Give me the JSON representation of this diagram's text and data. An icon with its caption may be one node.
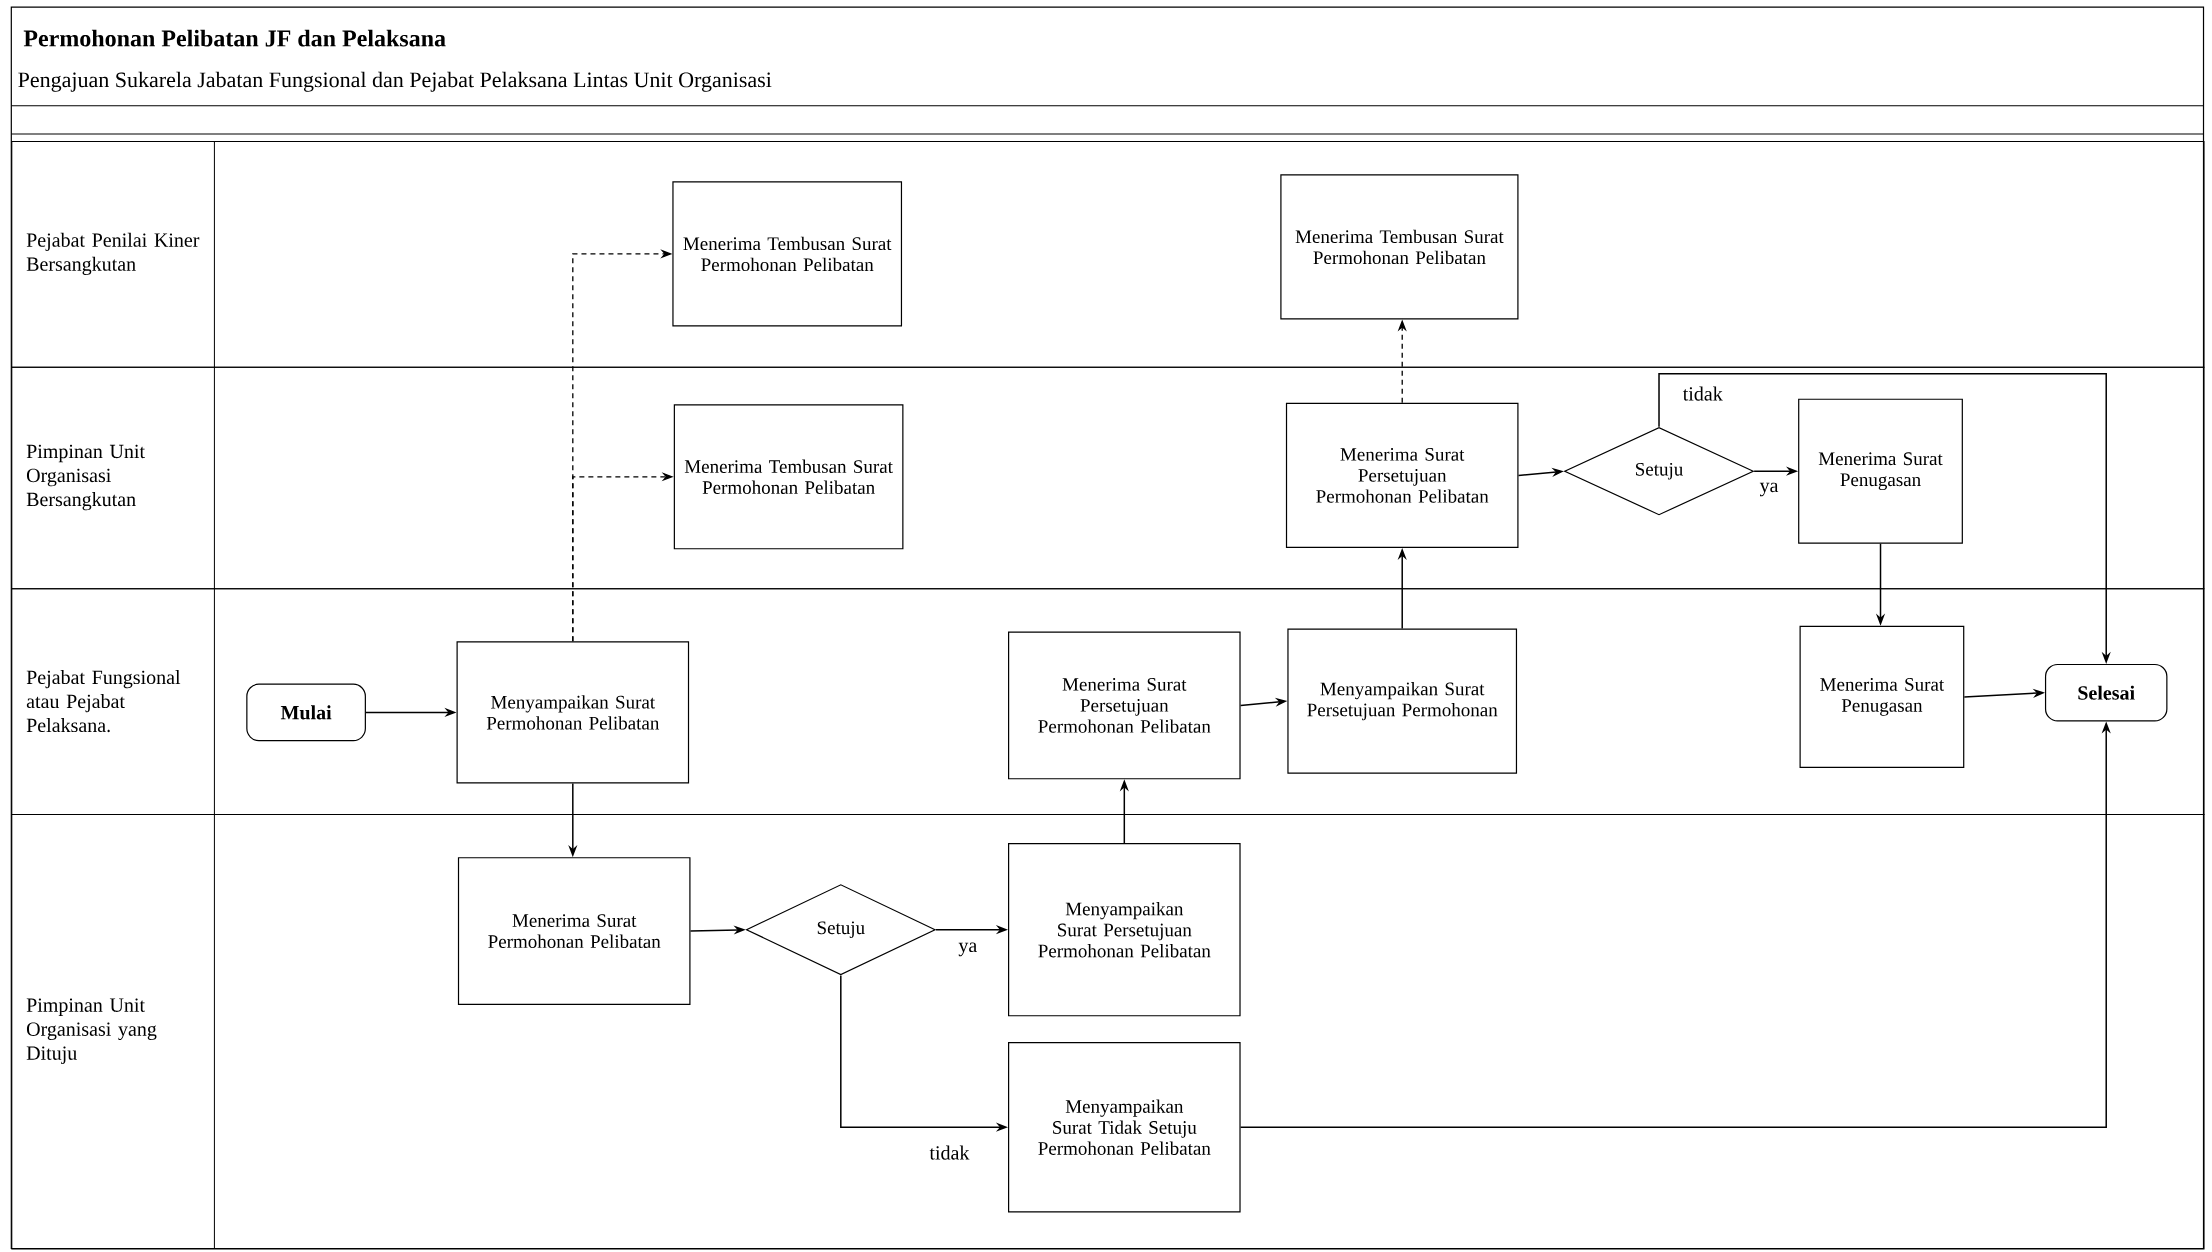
{
  "diagram": {
    "title": "Permohonan Pelibatan JF dan Pelaksana",
    "nodes": [
      {
        "text": [
          "Pejabat Penilai Kiner Bersangkutan"
        ]
      },
      {
        "text": [
          "Pimpinan Unit Organisasi Bersangkutan"
        ]
      },
      {
        "text": [
          "Pejabat Fungsional atau Pejabat Pelaksana."
        ]
      },
      {
        "text": [
          "Pimpinan Unit Organisasi yang Dituju"
        ]
      },
      {
        "text": [
          "Mulai"
        ],
        "in": 2
      },
      {
        "text": [
          "Menyampaikan Surat Permohonan Pelibatan"
        ],
        "in": 2
      },
      {
        "text": [
          "Menerima Tembusan Surat Permohonan Pelibatan"
        ],
        "in": 0
      },
      {
        "text": [
          "Menerima Tembusan Surat Permohonan Pelibatan"
        ],
        "in": 1
      },
      {
        "text": [
          "Menerima Surat Permohonan Pelibatan"
        ],
        "in": 3
      },
      {
        "text": [
          "Setuju"
        ],
        "in": 3
      },
      {
        "text": [
          "Menyampaikan Surat Persetujuan Permohonan Pelibatan"
        ],
        "in": 3
      },
      {
        "text": [
          "Menyampaikan Surat Tidak Setuju Permohonan Pelibatan"
        ],
        "in": 3
      },
      {
        "text": [
          "Menerima Surat Persetujuan Permohonan Pelibatan"
        ],
        "in": 2
      },
      {
        "text": [
          "Menyampaikan Surat Persetujuan Permohonan"
        ],
        "in": 2
      },
      {
        "text": [
          "Menerima Surat Persetujuan Permohonan Pelibatan"
        ],
        "in": 1
      },
      {
        "text": [
          "Menerima Tembusan Surat Permohonan Pelibatan"
        ],
        "in": 0
      },
      {
        "text": [
          "Setuju"
        ],
        "in": 1
      },
      {
        "text": [
          "Menerima Surat Penugasan"
        ],
        "in": 1
      },
      {
        "text": [
          "Menerima Surat Penugasan"
        ],
        "in": 2
      },
      {
        "text": [
          "Selesai"
        ],
        "in": 2
      }
    ],
    "edges": [
      {
        "from": 4,
        "to": 5,
        "arrow": "to"
      },
      {
        "from": 5,
        "to": 6,
        "arrow": "to",
        "style": "dashed"
      },
      {
        "from": 5,
        "to": 7,
        "arrow": "to",
        "style": "dashed"
      },
      {
        "from": 5,
        "to": 8,
        "arrow": "to"
      },
      {
        "from": 8,
        "to": 9,
        "arrow": "to"
      },
      {
        "from": 9,
        "to": 10,
        "arrow": "to",
        "label": "ya"
      },
      {
        "from": 9,
        "to": 11,
        "arrow": "to",
        "label": "tidak"
      },
      {
        "from": 10,
        "to": 12,
        "arrow": "to"
      },
      {
        "from": 12,
        "to": 13,
        "arrow": "to"
      },
      {
        "from": 13,
        "to": 14,
        "arrow": "to"
      },
      {
        "from": 14,
        "to": 15,
        "arrow": "to",
        "style": "dashed"
      },
      {
        "from": 14,
        "to": 16,
        "arrow": "to"
      },
      {
        "from": 16,
        "to": 17,
        "arrow": "to",
        "label": "ya"
      },
      {
        "from": 16,
        "to": 19,
        "arrow": "to",
        "label": "tidak"
      },
      {
        "from": 17,
        "to": 18,
        "arrow": "to"
      },
      {
        "from": 18,
        "to": 19,
        "arrow": "to"
      },
      {
        "from": 11,
        "to": 19,
        "arrow": "to"
      }
    ],
    "labels": [
      "Pengajuan Sukarela Jabatan Fungsional dan Pejabat Pelaksana Lintas Unit Organisasi"
    ]
  }
}
